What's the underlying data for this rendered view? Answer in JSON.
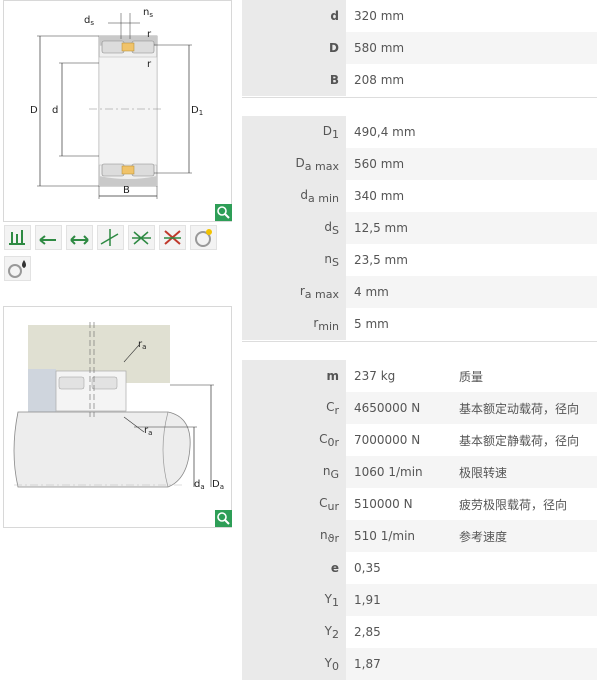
{
  "diagram1": {
    "labels": {
      "ds": "d",
      "ds_sub": "s",
      "ns": "n",
      "ns_sub": "s",
      "r1": "r",
      "r2": "r",
      "D": "D",
      "d": "d",
      "D1": "D",
      "D1_sub": "1",
      "B": "B"
    }
  },
  "diagram2": {
    "labels": {
      "ra1": "r",
      "ra1_sub": "a",
      "ra2": "r",
      "ra2_sub": "a",
      "da": "d",
      "da_sub": "a",
      "Da": "D",
      "Da_sub": "a"
    }
  },
  "icons": [
    "load-direction-icon",
    "axial-left-icon",
    "axial-both-icon",
    "misalignment-icon",
    "angular-misalignment-icon",
    "no-misalignment-icon",
    "sealed-bearing-icon",
    "lubrication-icon"
  ],
  "table1": [
    {
      "key": "d",
      "sub": "",
      "value": "320  mm"
    },
    {
      "key": "D",
      "sub": "",
      "value": "580  mm"
    },
    {
      "key": "B",
      "sub": "",
      "value": "208  mm"
    }
  ],
  "table2": [
    {
      "key": "D",
      "sub": "1",
      "value": "490,4  mm"
    },
    {
      "key": "D",
      "sub": "a max",
      "value": "560  mm"
    },
    {
      "key": "d",
      "sub": "a min",
      "value": "340  mm"
    },
    {
      "key": "d",
      "sub": "S",
      "value": "12,5  mm"
    },
    {
      "key": "n",
      "sub": "S",
      "value": "23,5  mm"
    },
    {
      "key": "r",
      "sub": "a max",
      "value": "4  mm"
    },
    {
      "key": "r",
      "sub": "min",
      "value": "5  mm"
    }
  ],
  "table3": [
    {
      "key": "m",
      "sub": "",
      "value": "237  kg",
      "desc": "质量"
    },
    {
      "key": "C",
      "sub": "r",
      "value": "4650000  N",
      "desc": "基本额定动载荷，径向"
    },
    {
      "key": "C",
      "sub": "0r",
      "value": "7000000  N",
      "desc": "基本额定静载荷，径向"
    },
    {
      "key": "n",
      "sub": "G",
      "value": "1060  1/min",
      "desc": "极限转速"
    },
    {
      "key": "C",
      "sub": "ur",
      "value": "510000  N",
      "desc": "疲劳极限载荷，径向"
    },
    {
      "key": "n",
      "sub": "ϑr",
      "value": "510  1/min",
      "desc": "参考速度"
    },
    {
      "key": "e",
      "sub": "",
      "value": "0,35",
      "desc": ""
    },
    {
      "key": "Y",
      "sub": "1",
      "value": "1,91",
      "desc": ""
    },
    {
      "key": "Y",
      "sub": "2",
      "value": "2,85",
      "desc": ""
    },
    {
      "key": "Y",
      "sub": "0",
      "value": "1,87",
      "desc": ""
    }
  ]
}
